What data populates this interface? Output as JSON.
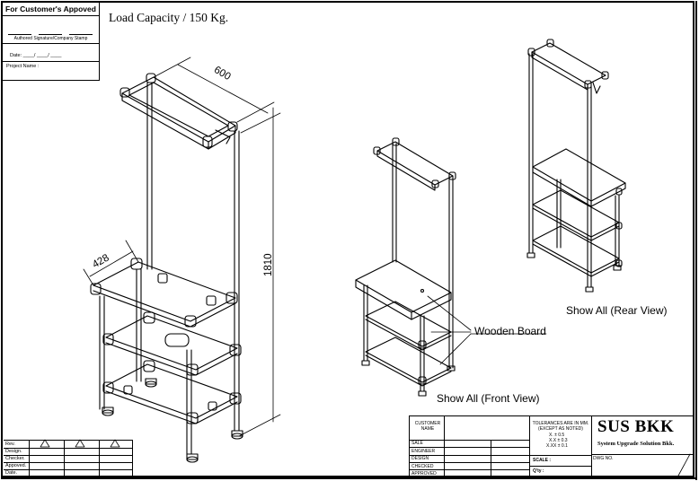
{
  "customer_box": {
    "title": "For Customer's  Appoved",
    "signature_caption": "Authored Signature/Company Stamp",
    "date_label": "Date: ____/ ____/ ____",
    "project_label": "Project Name :"
  },
  "load_capacity": "Load Capacity / 150 Kg.",
  "dimensions": {
    "width": "600",
    "depth": "428",
    "height": "1810"
  },
  "labels": {
    "wooden_board": "Wooden Board",
    "front_view": "Show All (Front View)",
    "rear_view": "Show All (Rear View)"
  },
  "revision_table": {
    "rows": [
      "Rev.",
      "Design.",
      "Checker.",
      "Appoved.",
      "Date."
    ]
  },
  "title_block": {
    "customer_name": "CUSTOMER NAME",
    "rows": [
      "SALE",
      "ENGINEER",
      "DESIGN",
      "CHECKED",
      "APPROVED"
    ],
    "tolerances_title": "TOLERANCES ARE IN MM.",
    "tolerances_note": "(EXCEPT AS NOTED)",
    "tol_1": "X.   ± 0.5",
    "tol_2": "X.X  ± 0.3",
    "tol_3": "X.XX  ± 0.1",
    "scale_label": "SCALE :",
    "qty_label": "Q'ty :",
    "company_name": "SUS BKK",
    "company_tagline": "System Upgrade Solution Bkk.",
    "dwg_label": "DWG NO."
  }
}
